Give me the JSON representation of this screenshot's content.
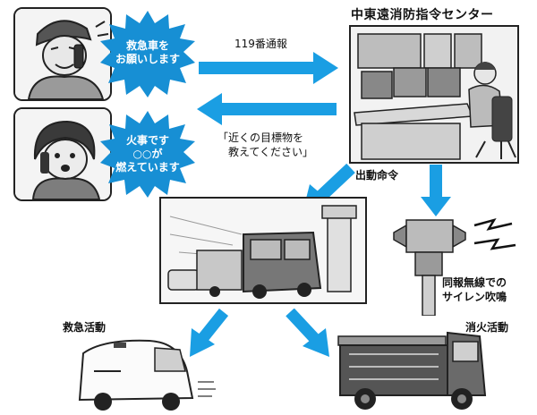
{
  "caller1": {
    "bubble": "救急車を\nお願いします"
  },
  "caller2": {
    "bubble": "火事です\n○○が\n燃えています"
  },
  "center": {
    "title": "中東遠消防指令センター"
  },
  "arrows": {
    "report_label": "119番通報",
    "reply_label": "「近くの目標物を\n　教えてください」",
    "dispatch_label": "出動命令"
  },
  "siren": {
    "label": "同報無線での\nサイレン吹鳴"
  },
  "outcomes": {
    "ambulance_label": "救急活動",
    "firefight_label": "消火活動"
  },
  "colors": {
    "arrow": "#1a9ee3",
    "bubble": "#178fd4",
    "line": "#222222"
  }
}
